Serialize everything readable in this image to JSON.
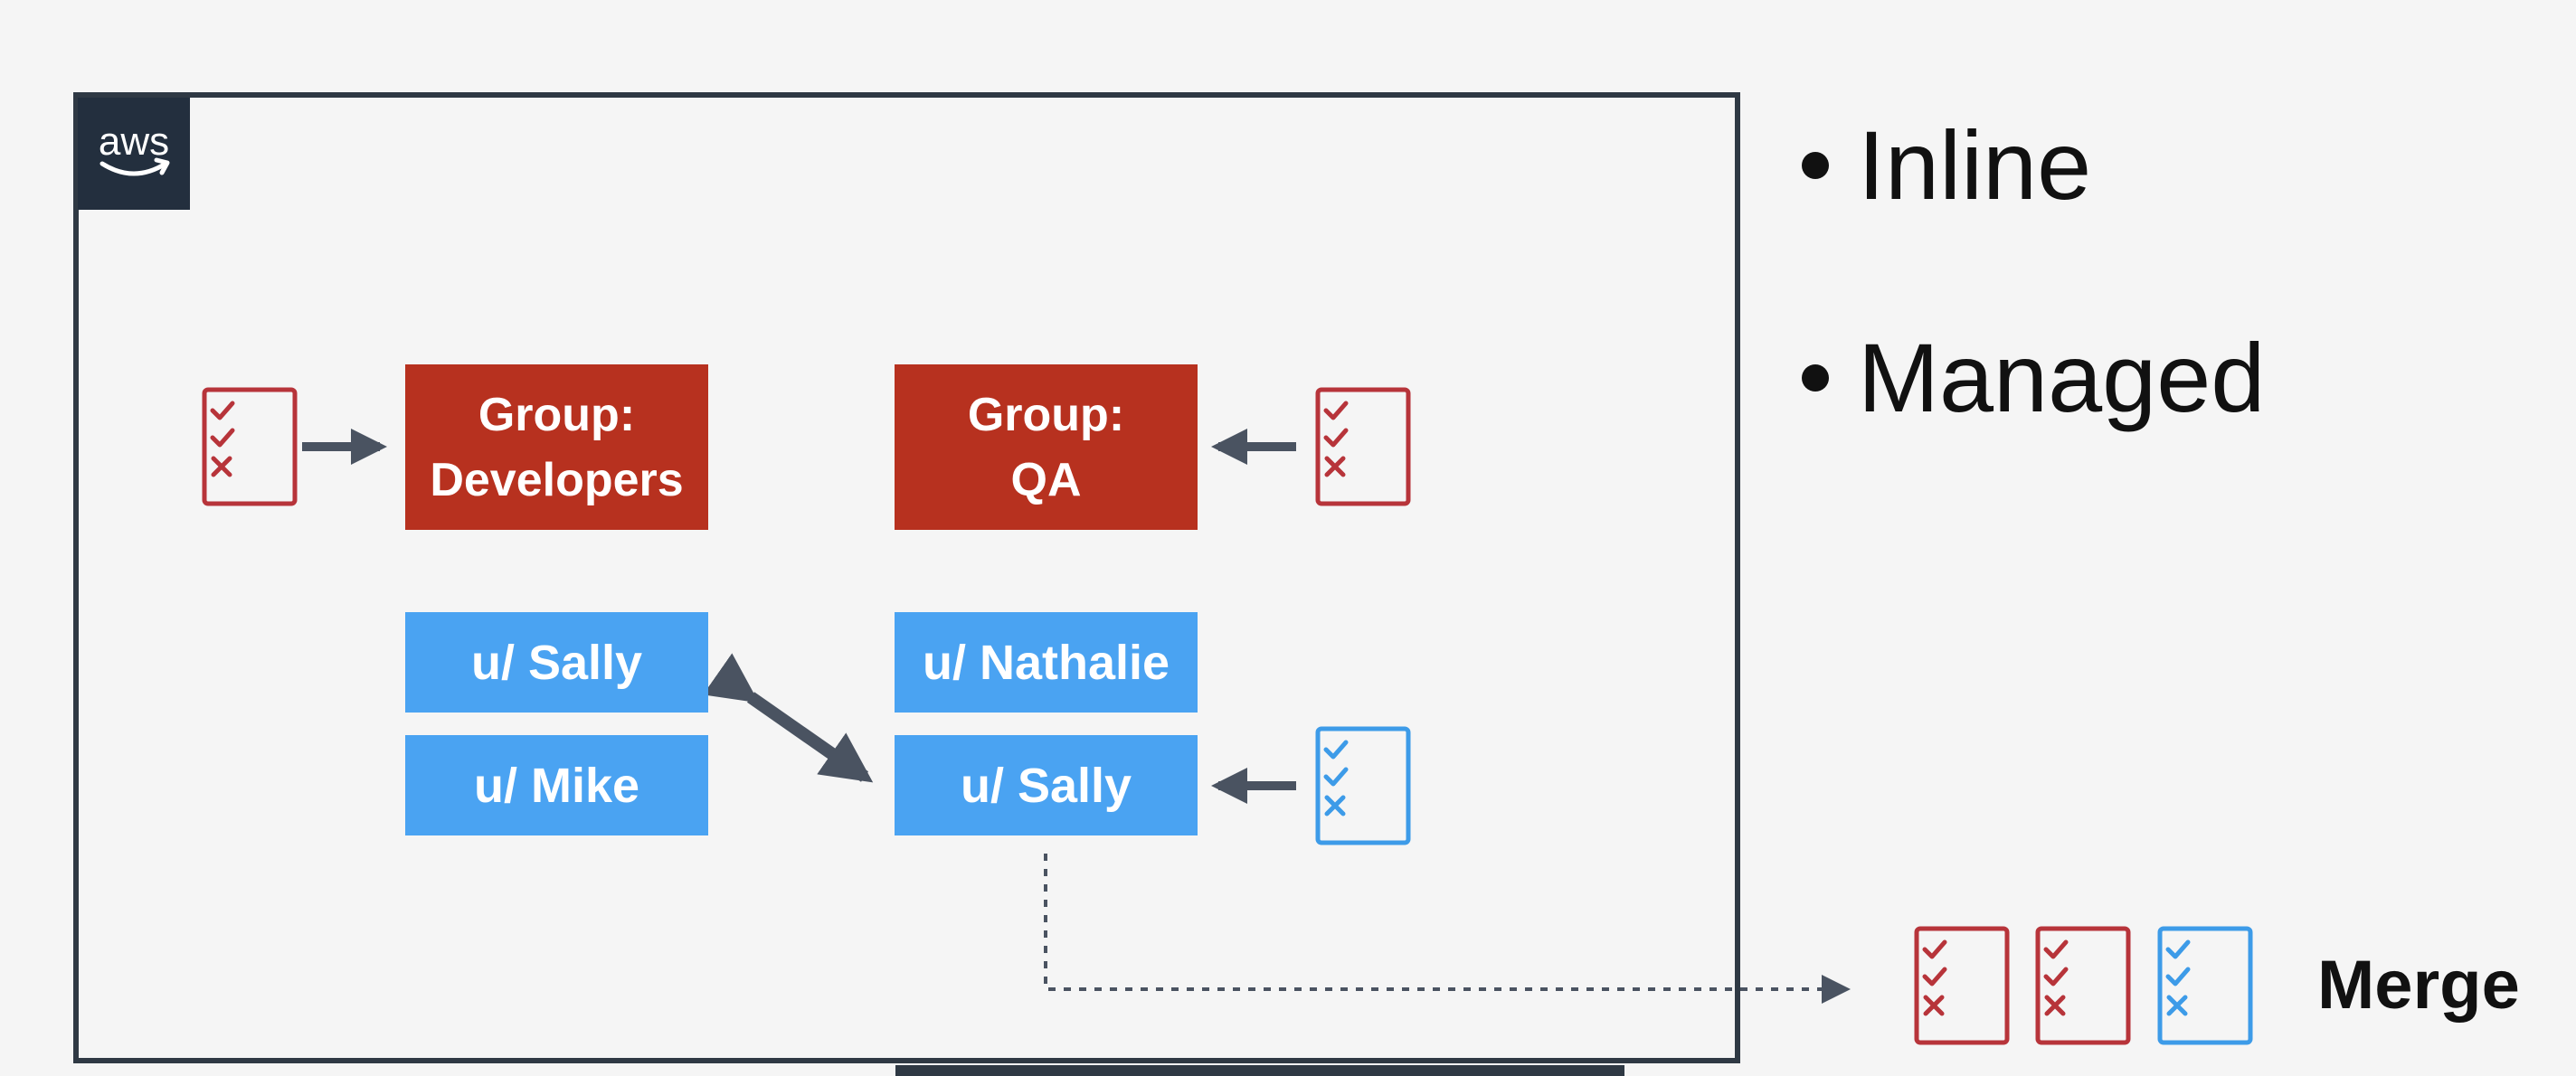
{
  "logo": {
    "text": "aws",
    "icon": "aws-smile-arrow-icon"
  },
  "groups": {
    "developers": {
      "line1": "Group:",
      "line2": "Developers"
    },
    "qa": {
      "line1": "Group:",
      "line2": "QA"
    }
  },
  "users": {
    "sally_dev": "u/ Sally",
    "mike": "u/ Mike",
    "nathalie": "u/ Nathalie",
    "sally_qa": "u/ Sally"
  },
  "bullets": [
    "Inline",
    "Managed"
  ],
  "merge_label": "Merge",
  "policy_icon": "policy-checklist-icon",
  "colors": {
    "group": "#b7311f",
    "user": "#4aa3f2",
    "managed_policy": "#b7343a",
    "inline_policy": "#3d9be8",
    "arrow": "#4a5361",
    "frame": "#2f3944"
  }
}
